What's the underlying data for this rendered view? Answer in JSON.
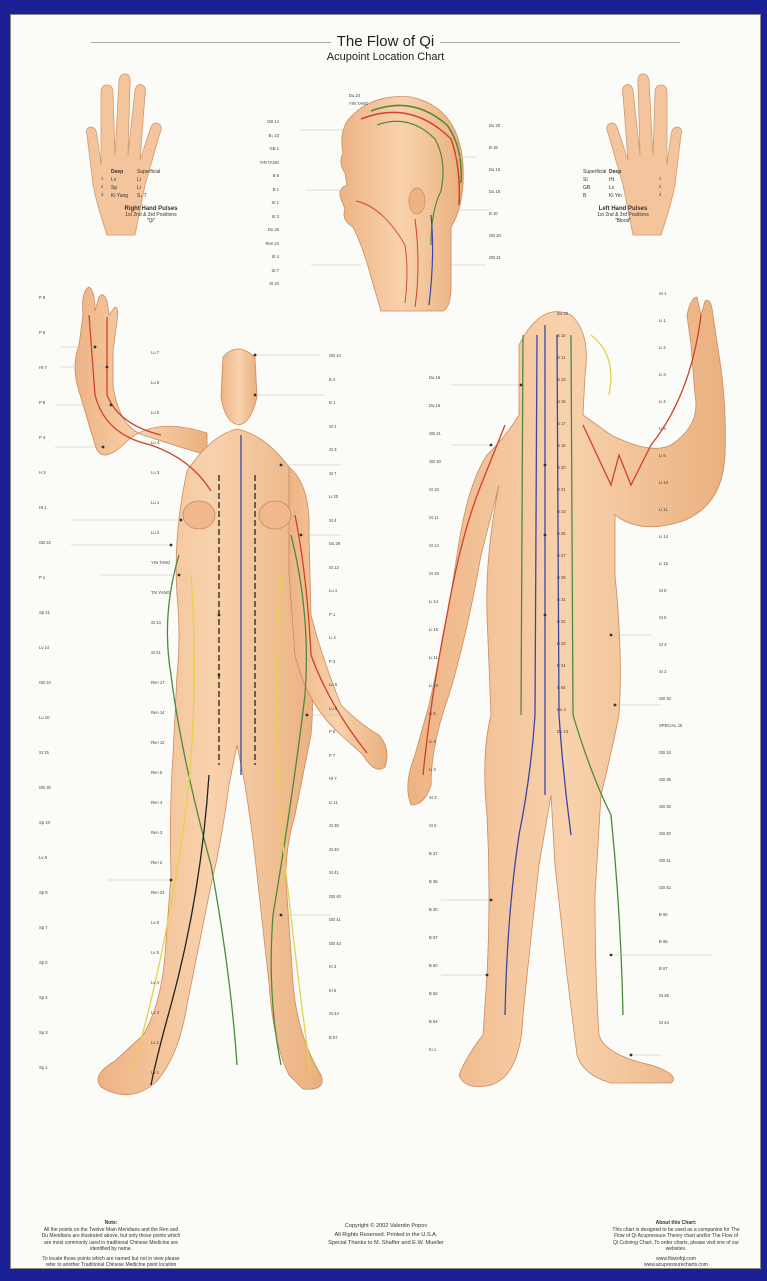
{
  "title": "The Flow of Qi",
  "subtitle": "Acupoint Location Chart",
  "right_pulses": {
    "header": [
      "Deep",
      "Superficial"
    ],
    "rows": [
      [
        "Lv",
        "Li"
      ],
      [
        "Sp",
        "Li"
      ],
      [
        "Ki Yang",
        "S₃ 7"
      ]
    ],
    "positions": [
      "1",
      "2",
      "3"
    ],
    "title": "Right Hand Pulses",
    "sub1": "1st 2nd & 3rd Positions",
    "sub2": "\"Qi\""
  },
  "left_pulses": {
    "header": [
      "Superficial",
      "Deep"
    ],
    "rows": [
      [
        "SI",
        "Ht"
      ],
      [
        "GB",
        "Lv"
      ],
      [
        "B",
        "Ki Yin"
      ]
    ],
    "positions": [
      "1",
      "2",
      "3"
    ],
    "title": "Left Hand Pulses",
    "sub1": "1st 2nd & 3rd Positions",
    "sub2": "\"Blood\""
  },
  "head_labels": {
    "left": [
      "GB 14",
      "B₃ 23",
      "GB 1",
      "YIN TANG",
      "B 6",
      "B 1",
      "St 1",
      "St 3",
      "Du 26",
      "Ren 24",
      "St 4",
      "St 7",
      "St 10"
    ],
    "right": [
      "Du 20",
      "B 18",
      "Du 16",
      "Du 15",
      "B 10",
      "GB 20",
      "GB 21"
    ],
    "top": [
      "Du 24",
      "YIN TANG"
    ]
  },
  "front_labels": {
    "left": [
      "P 8",
      "P 6",
      "Ht 7",
      "P 8",
      "P 4",
      "H 3",
      "Ht 1",
      "GB 22",
      "P 1",
      "Sp 21",
      "Lv 14",
      "GB 24",
      "Lu 10",
      "St 25",
      "GB 30",
      "Sp 10",
      "Lv 8",
      "Sp 9",
      "Sp 7",
      "Sp 6",
      "Sp 4",
      "Sp 3",
      "Sp 1"
    ],
    "mid": [
      "Lu 7",
      "Lu 6",
      "Lu 5",
      "Lu 4",
      "Lu 3",
      "Lu 1",
      "Lu 2",
      "YIN TANG",
      "TAI YANG",
      "St 14",
      "St 21",
      "Ren 17",
      "Ren 14",
      "Ren 12",
      "Ren 6",
      "Ren 4",
      "Ren 3",
      "Ren 2",
      "Ren 24",
      "Lv 6",
      "Lv 5",
      "Lv 4",
      "Lv 3",
      "Lv 2",
      "Lv 1"
    ],
    "right": [
      "GB 14",
      "B 2",
      "B 1",
      "St 1",
      "St 3",
      "St 7",
      "Li 20",
      "St 4",
      "Du 26",
      "St 12",
      "Lu 1",
      "P 1",
      "Li 4",
      "P 3",
      "Lu 5",
      "Lu 9",
      "P 6",
      "P 7",
      "Ht 7",
      "Li 11",
      "St 36",
      "St 40",
      "St 41",
      "GB 40",
      "GB 41",
      "GB 43",
      "Ki 3",
      "Ki 6",
      "St 44",
      "B 67"
    ]
  },
  "back_labels": {
    "left": [
      "Du 16",
      "Du 15",
      "GB 21",
      "GB 20",
      "SI 10",
      "SI 11",
      "SI 14",
      "SI 15",
      "Li 14",
      "Li 15",
      "Li 11",
      "Li 10",
      "Li 5",
      "Li 4",
      "Li 3",
      "SI 3",
      "SI 5",
      "B 37",
      "B 36",
      "B 40",
      "B 57",
      "B 60",
      "B 62",
      "B 64",
      "Ki 1"
    ],
    "mid": [
      "Du 20",
      "B 10",
      "B 11",
      "B 13",
      "B 15",
      "B 17",
      "B 18",
      "B 20",
      "B 21",
      "B 23",
      "B 25",
      "B 27",
      "B 28",
      "B 31",
      "B 32",
      "B 33",
      "B 34",
      "B 54",
      "Du 4",
      "Du 14"
    ],
    "right": [
      "SI 1",
      "Li 1",
      "Li 2",
      "Li 3",
      "Li 4",
      "Li 5",
      "Li 6",
      "Li 10",
      "Li 11",
      "Li 14",
      "Li 15",
      "SI 8",
      "SI 6",
      "SI 3",
      "SI 2",
      "GB 30",
      "SPECIAL 15",
      "GB 34",
      "GB 35",
      "GB 39",
      "GB 40",
      "GB 41",
      "GB 42",
      "B 60",
      "B 65",
      "B 67",
      "St 36",
      "St 44"
    ]
  },
  "note": {
    "title": "Note:",
    "text1": "All the points on the Twelve Main Meridians and the Ren and Du Meridians are illustrated above, but only those points which are most commonly used in traditional Chinese Medicine are identified by name.",
    "text2": "To locate those points which are named but not in view please refer to another Traditional Chinese Medicine point location reference."
  },
  "copyright": [
    "Copyright © 2002 Valentin Popov",
    "All Rights Reserved.  Printed in the U.S.A.",
    "Special Thanks to M. Shaffer and E.W. Mueller"
  ],
  "about": {
    "title": "About this Chart:",
    "text": "This chart is designed to be used as a companion for The Flow of Qi Acupressure Theory chart and/or The Flow of Qi Coloring Chart. To order charts, please visit one of our websites.",
    "site1": "www.flowofqi.com",
    "site2": "www.acupressurecharts.com"
  },
  "colors": {
    "frame": "#1b2096",
    "paper": "#fbfbf8",
    "skin": "#f6c8a0",
    "skin_shade": "#e9a676",
    "meridian_red": "#d2402a",
    "meridian_green": "#4d8a3d",
    "meridian_yellow": "#e3d24a",
    "meridian_blue": "#3a46a8",
    "meridian_black": "#222222"
  }
}
